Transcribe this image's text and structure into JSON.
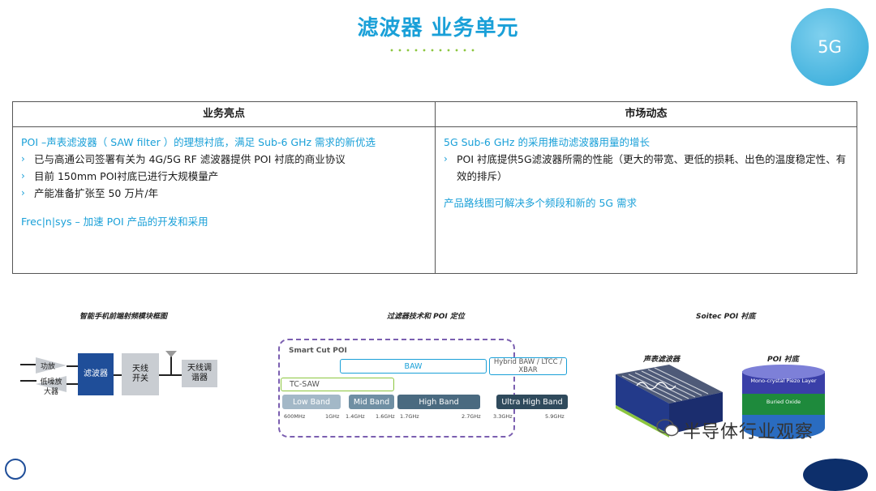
{
  "title": "滤波器 业务单元",
  "badge": "5G",
  "table": {
    "left_header": "业务亮点",
    "right_header": "市场动态",
    "left_lead": "POI –声表滤波器（ SAW filter ）的理想衬底，满足 Sub-6 GHz 需求的新优选",
    "left_bullets": [
      "已与高通公司签署有关为 4G/5G RF 滤波器提供 POI 衬底的商业协议",
      "目前 150mm POI衬底已进行大规模量产",
      "产能准备扩张至 50 万片/年"
    ],
    "left_footer": "Frec|n|sys – 加速 POI 产品的开发和采用",
    "right_lead": "5G Sub-6 GHz 的采用推动滤波器用量的增长",
    "right_bullets": [
      "POI 衬底提供5G滤波器所需的性能（更大的带宽、更低的损耗、出色的温度稳定性、有效的排斥）"
    ],
    "right_footer": "产品路线图可解决多个频段和新的 5G 需求"
  },
  "diagram1": {
    "caption": "智能手机前端射频模块框图",
    "pa": "功放",
    "lna": "低噪放大器",
    "filter": "滤波器",
    "switch": "天线开关",
    "tuner": "天线调谐器"
  },
  "diagram2": {
    "caption": "过滤器技术和 POI 定位",
    "box_label": "Smart Cut POI",
    "baw": "BAW",
    "hybrid": "Hybrid BAW / LTCC / XBAR",
    "tcsaw": "TC-SAW",
    "low": "Low Band",
    "mid": "Mid Band",
    "high": "High Band",
    "uhb": "Ultra High Band",
    "ticks": [
      "600MHz",
      "1GHz",
      "1.4GHz",
      "1.6GHz",
      "1.7GHz",
      "2.7GHz",
      "3.3GHz",
      "5.9GHz"
    ]
  },
  "diagram3": {
    "caption": "Soitec POI 衬底",
    "saw_label": "声表滤波器",
    "poi_label": "POI 衬底",
    "piezo": "Mono-crystal Piezo Layer",
    "oxide": "Buried Oxide"
  },
  "watermark": "半导体行业观察",
  "colors": {
    "accent": "#1aa0d8",
    "dash": "#7b5fb0",
    "green": "#8cc63f",
    "band": "#6f8fa3"
  }
}
